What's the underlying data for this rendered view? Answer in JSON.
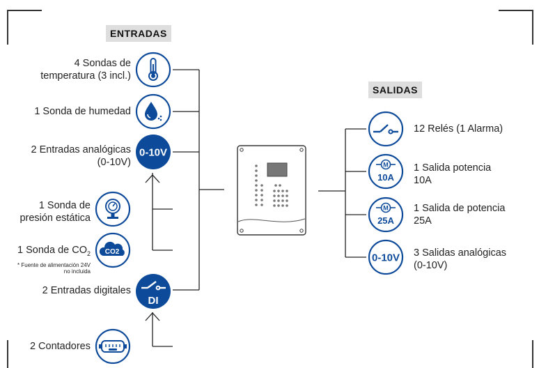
{
  "colors": {
    "accent": "#0d4a9a",
    "line": "#222222",
    "title_bg": "#dedede"
  },
  "inputs": {
    "title": "ENTRADAS",
    "items": [
      {
        "label_lines": [
          "4 Sondas de",
          "temperatura (3 incl.)"
        ],
        "icon": "thermometer-icon"
      },
      {
        "label_lines": [
          "1 Sonda de humedad"
        ],
        "icon": "water-drop-icon"
      },
      {
        "label_lines": [
          "2 Entradas analógicas",
          "(0-10V)"
        ],
        "icon": "analog-0-10v-icon",
        "icon_text": "0-10V"
      },
      {
        "label_lines": [
          "1 Sonda de",
          "presión estática"
        ],
        "icon": "pressure-gauge-icon"
      },
      {
        "label_main": "1 Sonda de CO",
        "label_sub": "2",
        "icon": "co2-cloud-icon",
        "icon_text": "CO2",
        "note_lines": [
          "* Fuente de alimentación 24V",
          "no incluida"
        ]
      },
      {
        "label_lines": [
          "2 Entradas digitales"
        ],
        "icon": "digital-input-switch-icon",
        "icon_text": "DI"
      },
      {
        "label_lines": [
          "2 Contadores"
        ],
        "icon": "meter-counter-icon"
      }
    ]
  },
  "outputs": {
    "title": "SALIDAS",
    "items": [
      {
        "label_lines": [
          "12 Relés (1 Alarma)"
        ],
        "icon": "relay-switch-icon"
      },
      {
        "label_lines": [
          "1 Salida potencia",
          "10A"
        ],
        "icon": "motor-10a-icon",
        "icon_text": "10A",
        "motor_letter": "M"
      },
      {
        "label_lines": [
          "1 Salida de potencia",
          "25A"
        ],
        "icon": "motor-25a-icon",
        "icon_text": "25A",
        "motor_letter": "M"
      },
      {
        "label_lines": [
          "3 Salidas analógicas",
          "(0-10V)"
        ],
        "icon": "analog-output-0-10v-icon",
        "icon_text": "0-10V"
      }
    ]
  },
  "controller": {
    "icon": "controller-unit-icon"
  }
}
